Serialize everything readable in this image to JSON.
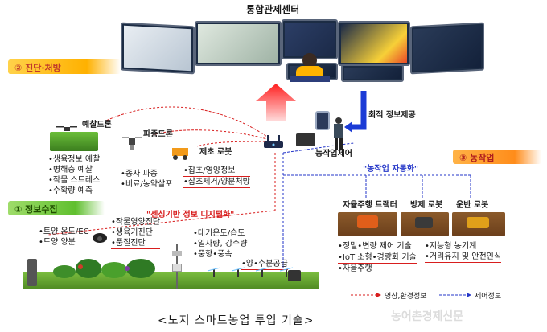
{
  "header": {
    "title": "통합관제센터"
  },
  "sections": {
    "diagnosis": "② 진단·처방",
    "collection": "① 정보수집",
    "farming": "③ 농작업"
  },
  "drones": {
    "forecast_drone": "예찰드론",
    "forecast_items": [
      "•생육정보 예찰",
      "•병해충 예찰",
      "•작물 스트레스",
      "•수확량 예측"
    ],
    "seeding_drone": "파종드론",
    "seeding_items": [
      "•종자 파종",
      "•비료/농약살포"
    ],
    "weeding_robot": "제초 로봇",
    "weeding_items": [
      "•잡초/영양정보",
      "•잡초제거/양분처방"
    ]
  },
  "control": {
    "optimal_info": "최적 정보제공",
    "farm_control": "농작업제어",
    "automation_quote": "\"농작업 자동화\"",
    "digitalization_quote": "\"센싱기반 정보 디지털화\""
  },
  "machines": {
    "tractor": "자율주행 트랙터",
    "pest_robot": "방제 로봇",
    "transport_robot": "운반 로봇",
    "tractor_items": [
      "•정밀•변량 제어 기술",
      "•IoT 소형•경량화 기술",
      "•자율주행"
    ],
    "robot_items": [
      "•지능형 농기계",
      "•거리유지 및 안전인식"
    ]
  },
  "sensors": {
    "soil_items": [
      "•토양 온도/EC",
      "•토양 양분"
    ],
    "camera_items": [
      "•작물영양진단",
      "•생육기진단",
      "•품질진단"
    ],
    "weather_items": [
      "•대기온도/습도",
      "•일사량, 강수량",
      "•풍향•풍속"
    ],
    "irrigation": "•양•수분공급"
  },
  "legend": {
    "video_env": "영상,환경정보",
    "control_info": "제어정보"
  },
  "caption": "<노지 스마트농업 투입 기술>",
  "watermark": "농어촌경제신문",
  "colors": {
    "red_line": "#d81e1e",
    "blue_line": "#2335c8",
    "badge_yellow": "#ffb100",
    "badge_green": "#5fbf2e"
  }
}
